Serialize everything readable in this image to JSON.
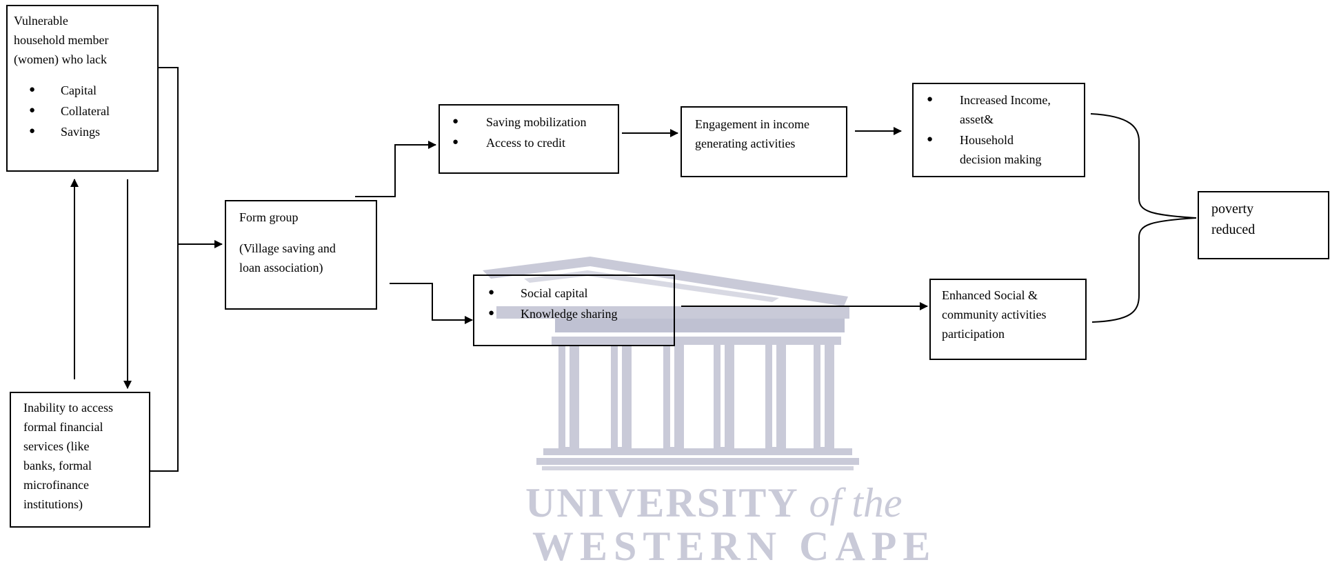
{
  "nodes": {
    "vulnerable": {
      "heading": [
        "Vulnerable",
        "household member",
        "(women) who lack"
      ],
      "bullets": [
        "Capital",
        "Collateral",
        "Savings"
      ]
    },
    "inability": {
      "lines": [
        "Inability to access",
        "formal financial",
        "services (like",
        "banks, formal",
        "microfinance",
        "institutions)"
      ]
    },
    "form_group": {
      "title": "Form group",
      "lines": [
        "(Village saving and",
        "loan association)"
      ]
    },
    "saving": {
      "bullets": [
        "Saving mobilization",
        "Access to credit"
      ]
    },
    "social": {
      "bullets": [
        "Social capital",
        "Knowledge sharing"
      ]
    },
    "engagement": {
      "lines": [
        "Engagement in income",
        "generating activities"
      ]
    },
    "increased": {
      "bullet1": [
        "Increased Income,",
        "asset&"
      ],
      "bullet2": [
        "Household",
        "decision making"
      ]
    },
    "enhanced": {
      "lines": [
        "Enhanced Social &",
        "community activities",
        "participation"
      ]
    },
    "poverty": {
      "lines": [
        "poverty",
        "reduced"
      ]
    }
  },
  "watermark": {
    "line1_main": "UNIVERSITY",
    "line1_italic": "of the",
    "line2": "WESTERN CAPE",
    "color": "#c9cad8"
  },
  "colors": {
    "stroke": "#000000",
    "background": "#ffffff"
  }
}
